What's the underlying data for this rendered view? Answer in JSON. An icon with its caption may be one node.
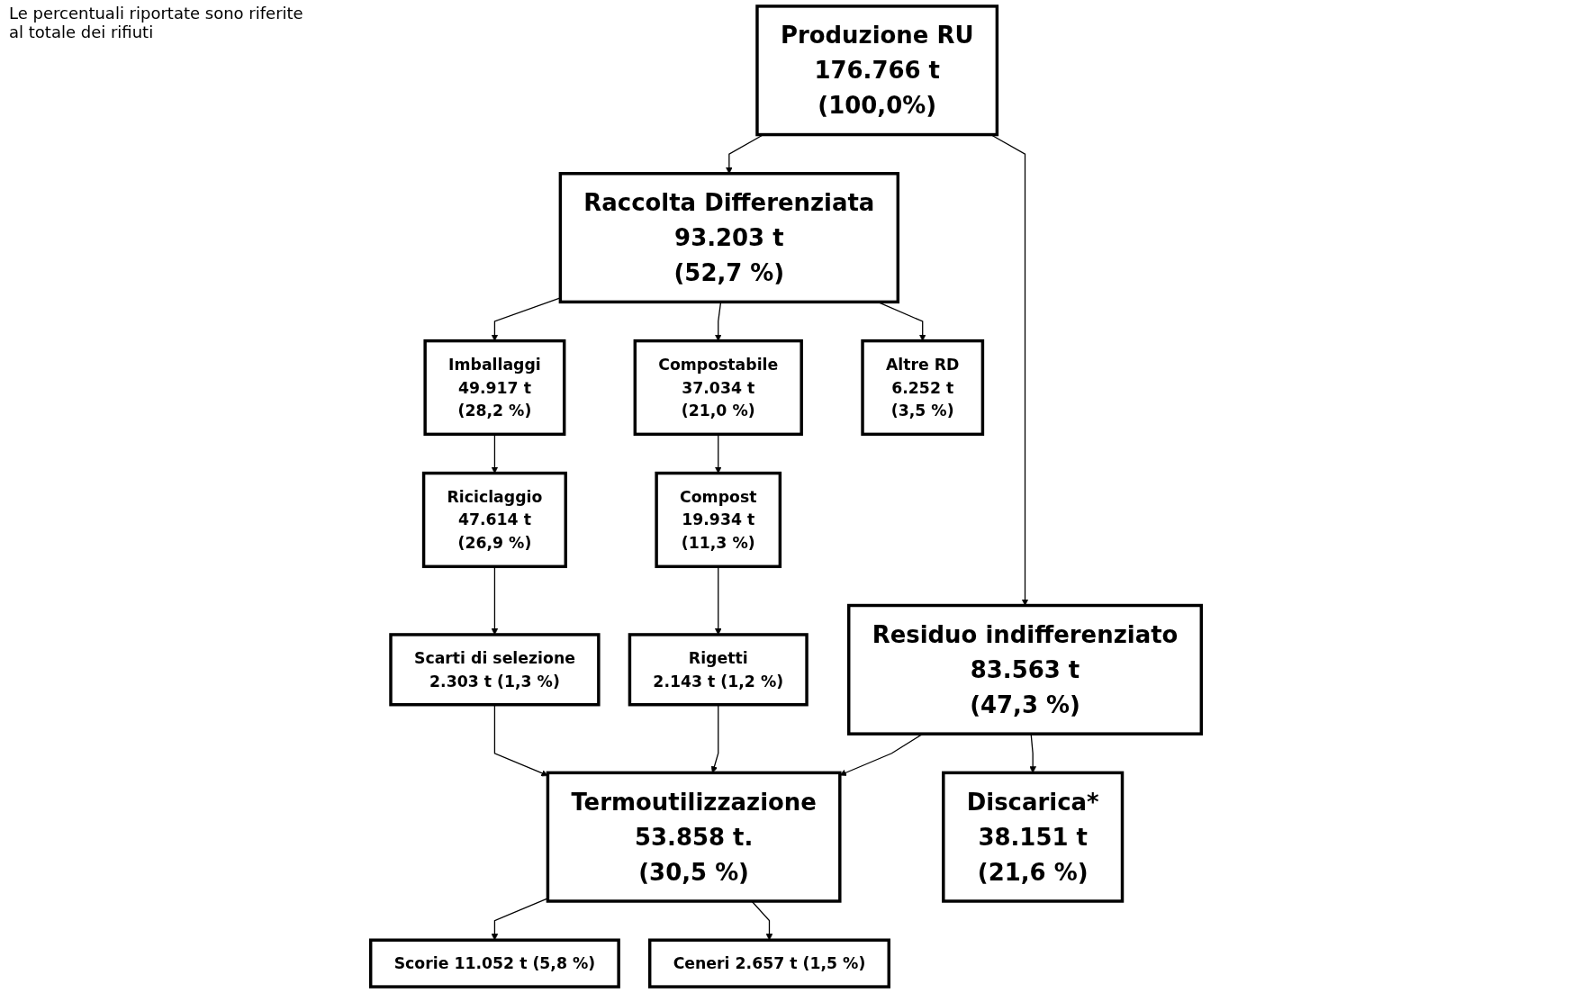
{
  "diagram": {
    "nodes": [
      {
        "text": [
          "Produzione RU",
          "176.766 t",
          "(100,0%)"
        ]
      },
      {
        "text": [
          "Raccolta Differenziata",
          "93.203 t",
          "(52,7 %)"
        ]
      },
      {
        "text": [
          "Residuo indifferenziato",
          "83.563 t",
          "(47,3 %)"
        ]
      },
      {
        "text": [
          "Imballaggi",
          "49.917 t",
          "(28,2 %)"
        ]
      },
      {
        "text": [
          "Compostabile",
          "37.034 t",
          "(21,0 %)"
        ]
      },
      {
        "text": [
          "Altre RD",
          "6.252 t",
          "(3,5 %)"
        ]
      },
      {
        "text": [
          "Riciclaggio",
          "47.614 t",
          "(26,9 %)"
        ]
      },
      {
        "text": [
          "Scarti di selezione",
          "2.303 t (1,3 %)"
        ]
      },
      {
        "text": [
          "Termoutilizzazione",
          "53.858 t.",
          "(30,5 %)"
        ]
      },
      {
        "text": [
          "Compost",
          "19.934 t",
          "(11,3 %)"
        ]
      },
      {
        "text": [
          "Rigetti",
          "2.143 t (1,2 %)"
        ]
      },
      {
        "text": [
          "Discarica*",
          "38.151 t",
          "(21,6 %)"
        ]
      },
      {
        "text": [
          "Scorie 11.052 t (5,8 %)"
        ]
      },
      {
        "text": [
          "Ceneri 2.657 t (1,5 %)"
        ]
      }
    ],
    "edges": [
      {
        "from": 0,
        "to": 1,
        "arrow": "to"
      },
      {
        "from": 0,
        "to": 2,
        "arrow": "to"
      },
      {
        "from": 1,
        "to": 3,
        "arrow": "to"
      },
      {
        "from": 1,
        "to": 4,
        "arrow": "to"
      },
      {
        "from": 1,
        "to": 5,
        "arrow": "to"
      },
      {
        "from": 3,
        "to": 6,
        "arrow": "to"
      },
      {
        "from": 6,
        "to": 7,
        "arrow": "to"
      },
      {
        "from": 4,
        "to": 9,
        "arrow": "to"
      },
      {
        "from": 7,
        "to": 8,
        "arrow": "to"
      },
      {
        "from": 9,
        "to": 10,
        "arrow": "to"
      },
      {
        "from": 10,
        "to": 8,
        "arrow": "to"
      },
      {
        "from": 2,
        "to": 11,
        "arrow": "to"
      },
      {
        "from": 2,
        "to": 8,
        "arrow": "to"
      },
      {
        "from": 8,
        "to": 12,
        "arrow": "to"
      },
      {
        "from": 8,
        "to": 13,
        "arrow": "to"
      }
    ],
    "labels": [
      "Le percentuali riportate sono riferite al totale dei rifiuti"
    ]
  }
}
